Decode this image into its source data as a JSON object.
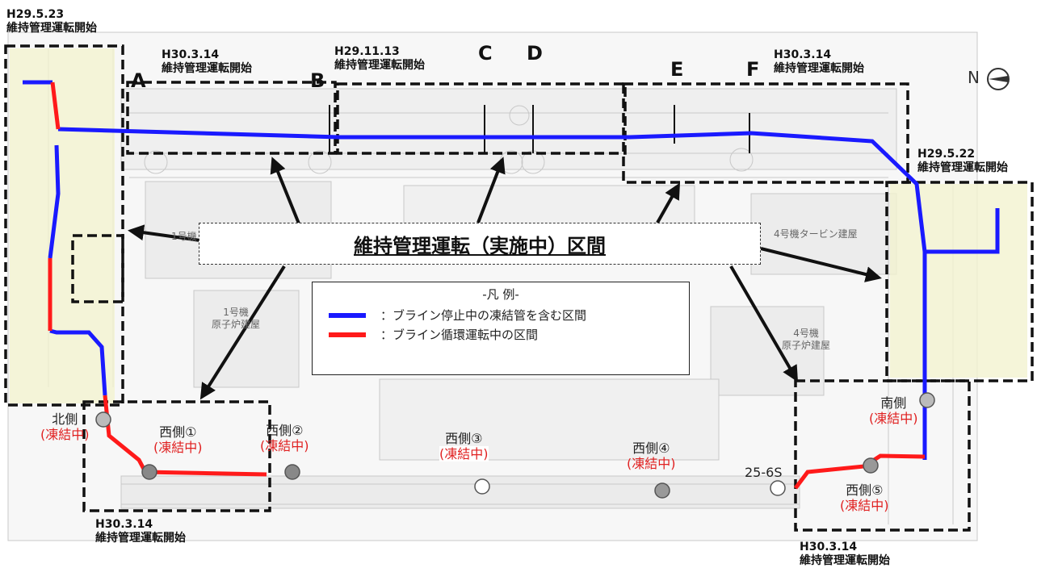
{
  "banner": "維持管理運転（実施中）区間",
  "legend": {
    "title": "-凡 例-",
    "items": [
      {
        "label": "：ブライン停止中の凍結管を含む区間",
        "color": "#1a1aff"
      },
      {
        "label": "：ブライン循環運転中の区間",
        "color": "#ff1a1a"
      }
    ]
  },
  "north_label": "N",
  "section_letters": [
    "A",
    "B",
    "C",
    "D",
    "E",
    "F"
  ],
  "annotations": [
    {
      "date": "H29.5.23",
      "text": "維持管理運転開始"
    },
    {
      "date": "H30.3.14",
      "text": "維持管理運転開始"
    },
    {
      "date": "H29.11.13",
      "text": "維持管理運転開始"
    },
    {
      "date": "H30.3.14",
      "text": "維持管理運転開始"
    },
    {
      "date": "H29.5.22",
      "text": "維持管理運転開始"
    },
    {
      "date": "H30.3.14",
      "text": "維持管理運転開始"
    },
    {
      "date": "H30.3.14",
      "text": "維持管理運転開始"
    }
  ],
  "points": [
    {
      "name": "北側",
      "status": "(凍結中)"
    },
    {
      "name": "西側①",
      "status": "(凍結中)"
    },
    {
      "name": "西側②",
      "status": "(凍結中)"
    },
    {
      "name": "西側③",
      "status": "(凍結中)"
    },
    {
      "name": "西側④",
      "status": "(凍結中)"
    },
    {
      "name": "南側",
      "status": "(凍結中)"
    },
    {
      "name": "西側⑤",
      "status": "(凍結中)"
    }
  ],
  "point_25": "25-6S",
  "buildings": [
    {
      "text": "1号機"
    },
    {
      "text": "1号機\n原子炉建屋"
    },
    {
      "text": "4号機タービン建屋"
    },
    {
      "text": "4号機\n原子炉建屋"
    }
  ]
}
